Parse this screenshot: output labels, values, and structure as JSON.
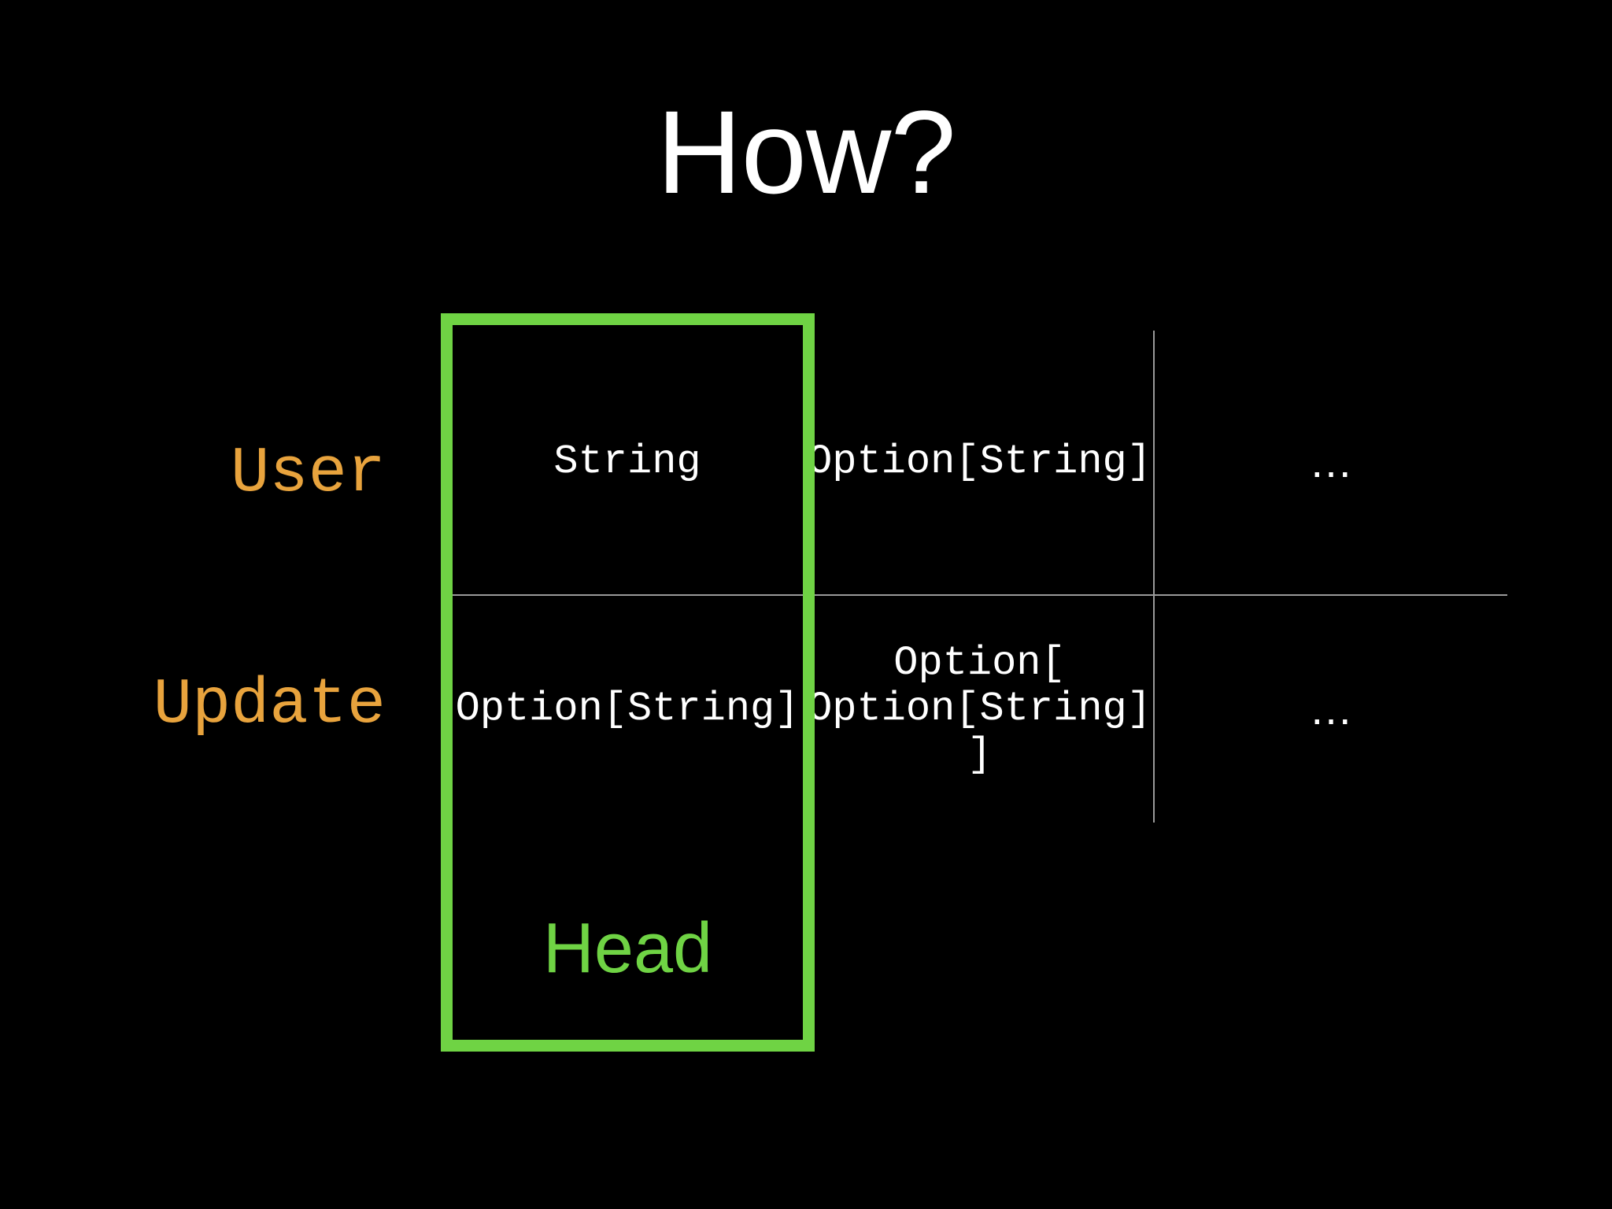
{
  "slide": {
    "title": "How?",
    "background_color": "#000000",
    "title_color": "#ffffff",
    "accent_orange": "#E8A33D",
    "accent_green": "#6FD344",
    "grid_line_color": "#9a9a9a"
  },
  "row_labels": [
    {
      "label": "User"
    },
    {
      "label": "Update"
    }
  ],
  "table": {
    "rows": [
      {
        "name": "user",
        "cells": [
          {
            "text": "String"
          },
          {
            "text": "Option[String]"
          },
          {
            "text": "…"
          }
        ]
      },
      {
        "name": "update",
        "cells": [
          {
            "text": "Option[String]"
          },
          {
            "text": "Option[\nOption[String]\n]"
          },
          {
            "text": "…"
          }
        ]
      }
    ]
  },
  "highlight": {
    "label": "Head",
    "color": "#6FD344",
    "covers_column": 1
  }
}
